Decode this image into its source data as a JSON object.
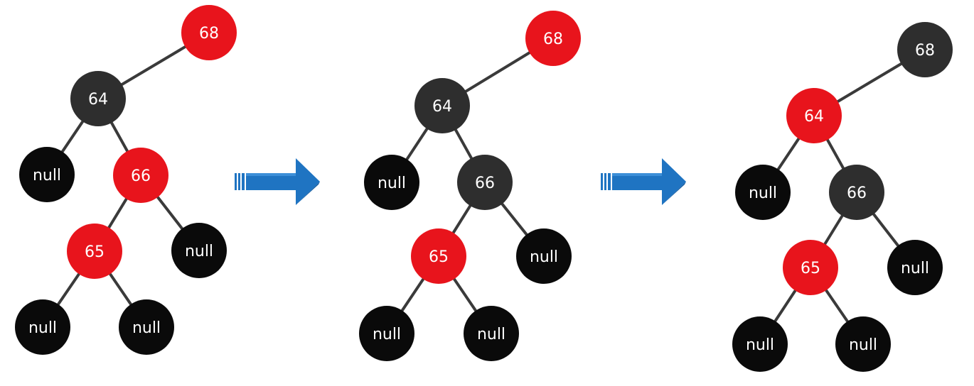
{
  "colors": {
    "red": "#e8141c",
    "dark": "#2e2e2e",
    "black": "#0a0a0a",
    "edge": "#3a3a3a",
    "arrow": "#1f74c2",
    "arrow_dark": "#135a9e"
  },
  "trees": [
    {
      "nodes": [
        {
          "id": "n68",
          "label": "68",
          "color": "red"
        },
        {
          "id": "n64",
          "label": "64",
          "color": "dark"
        },
        {
          "id": "n64l",
          "label": "null",
          "color": "black"
        },
        {
          "id": "n66",
          "label": "66",
          "color": "red"
        },
        {
          "id": "n65",
          "label": "65",
          "color": "red"
        },
        {
          "id": "n66r",
          "label": "null",
          "color": "black"
        },
        {
          "id": "n65l",
          "label": "null",
          "color": "black"
        },
        {
          "id": "n65r",
          "label": "null",
          "color": "black"
        }
      ],
      "edges": [
        [
          "n68",
          "n64"
        ],
        [
          "n64",
          "n64l"
        ],
        [
          "n64",
          "n66"
        ],
        [
          "n66",
          "n65"
        ],
        [
          "n66",
          "n66r"
        ],
        [
          "n65",
          "n65l"
        ],
        [
          "n65",
          "n65r"
        ]
      ]
    },
    {
      "nodes": [
        {
          "id": "n68",
          "label": "68",
          "color": "red"
        },
        {
          "id": "n64",
          "label": "64",
          "color": "dark"
        },
        {
          "id": "n64l",
          "label": "null",
          "color": "black"
        },
        {
          "id": "n66",
          "label": "66",
          "color": "dark"
        },
        {
          "id": "n65",
          "label": "65",
          "color": "red"
        },
        {
          "id": "n66r",
          "label": "null",
          "color": "black"
        },
        {
          "id": "n65l",
          "label": "null",
          "color": "black"
        },
        {
          "id": "n65r",
          "label": "null",
          "color": "black"
        }
      ],
      "edges": [
        [
          "n68",
          "n64"
        ],
        [
          "n64",
          "n64l"
        ],
        [
          "n64",
          "n66"
        ],
        [
          "n66",
          "n65"
        ],
        [
          "n66",
          "n66r"
        ],
        [
          "n65",
          "n65l"
        ],
        [
          "n65",
          "n65r"
        ]
      ]
    },
    {
      "nodes": [
        {
          "id": "n68",
          "label": "68",
          "color": "dark"
        },
        {
          "id": "n64",
          "label": "64",
          "color": "red"
        },
        {
          "id": "n64l",
          "label": "null",
          "color": "black"
        },
        {
          "id": "n66",
          "label": "66",
          "color": "dark"
        },
        {
          "id": "n65",
          "label": "65",
          "color": "red"
        },
        {
          "id": "n66r",
          "label": "null",
          "color": "black"
        },
        {
          "id": "n65l",
          "label": "null",
          "color": "black"
        },
        {
          "id": "n65r",
          "label": "null",
          "color": "black"
        }
      ],
      "edges": [
        [
          "n68",
          "n64"
        ],
        [
          "n64",
          "n64l"
        ],
        [
          "n64",
          "n66"
        ],
        [
          "n66",
          "n65"
        ],
        [
          "n66",
          "n66r"
        ],
        [
          "n65",
          "n65l"
        ],
        [
          "n65",
          "n65r"
        ]
      ]
    }
  ],
  "arrows": [
    {
      "icon": "right-arrow-icon"
    },
    {
      "icon": "right-arrow-icon"
    }
  ]
}
